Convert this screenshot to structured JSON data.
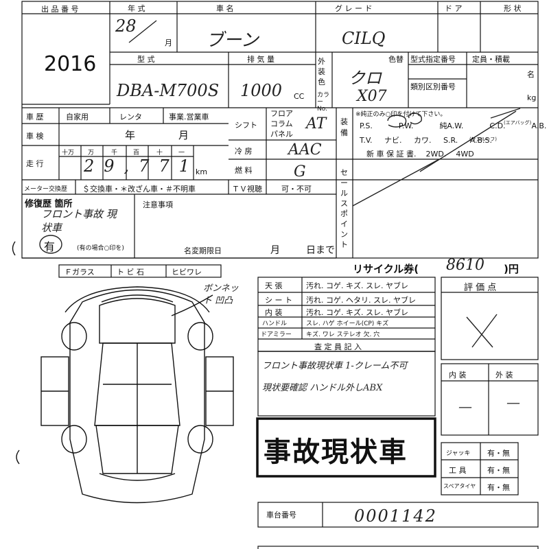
{
  "header": {
    "lot_label": "出 品 番 号",
    "lot_number": "2016",
    "year_label": "年 式",
    "year_value": "28",
    "month_suffix": "月",
    "model_label": "車 名",
    "model_value": "ブーン",
    "grade_label": "グ レ ー ド",
    "grade_value": "CILQ",
    "door_label": "ド ア",
    "shape_label": "形 状"
  },
  "spec": {
    "type_label": "型 式",
    "type_value": "DBA-M700S",
    "disp_label": "排 気 量",
    "disp_value": "1000",
    "disp_unit": "CC",
    "exterior_label": "外装色",
    "color_code_label": "カラーNo.",
    "color_change_label": "色替",
    "color_value": "クロ",
    "color_code_value": "X07",
    "type_designation": "型式指定番号",
    "category_number": "類別区別番号",
    "capacity_label": "定員・積載",
    "capacity_unit1": "名",
    "capacity_unit2": "kg"
  },
  "history": {
    "history_label": "車 歴",
    "opt_private": "自家用",
    "opt_rental": "レンタ",
    "opt_business": "事業.営業車",
    "inspection_label": "車 検",
    "year_word": "年",
    "month_word": "月",
    "mileage_label": "走 行",
    "digit_headers": [
      "十万",
      "万",
      "千",
      "百",
      "十",
      "一"
    ],
    "mileage_value": "29,771",
    "mileage_unit": "km",
    "meter_label": "メーター交換歴",
    "meter_options": "＄交換車・＊改ざん車・＃不明車"
  },
  "drive": {
    "shift_label": "シフト",
    "floor": "フロア",
    "column": "コラム",
    "panel": "パネル",
    "shift_value": "AT",
    "ac_label": "冷 房",
    "ac_value": "AAC",
    "fuel_label": "燃 料",
    "fuel_value": "G",
    "tv_label": "ＴＶ視聴",
    "tv_options": "可・不可"
  },
  "equipment": {
    "label": "装備",
    "note": "※純正のみ○印を付けて下さい。",
    "row1": [
      "P.S.",
      "P.W.",
      "純A.W.",
      "C.D.",
      "A.B."
    ],
    "row2": [
      "T.V.",
      "ナビ.",
      "カワ.",
      "S.R.",
      "A.B.S."
    ],
    "row3": [
      "新 車 保 証 書.",
      "2WD.",
      "4WD"
    ],
    "airbag_note": "(エアバッグ)",
    "sunroof_note": "(サンルーフ)"
  },
  "sales_point": {
    "label": "セールスポイント"
  },
  "repair": {
    "label": "修復歴 箇所",
    "note": "フロント事故 現状車",
    "circle_value": "有",
    "hint": "(有の場合○印を)"
  },
  "caution": {
    "label": "注意事項",
    "expiry": "名変期限日",
    "month": "月",
    "until": "日まで"
  },
  "recycle": {
    "label": "リサイクル券(",
    "value": "8610",
    "suffix": ")円"
  },
  "glass": {
    "items": [
      "Ｆガラス",
      "ト ビ 石",
      "ヒビワレ"
    ]
  },
  "diagram": {
    "note": "ボンネット 凹凸"
  },
  "condition": {
    "rows": [
      {
        "label": "天 張",
        "options": "汚れ. コゲ. キズ. スレ. ヤブレ"
      },
      {
        "label": "シ ー ト",
        "options": "汚れ. コゲ. ヘタリ. スレ. ヤブレ"
      },
      {
        "label": "内 装",
        "options": "汚れ. コゲ. キズ. スレ. ヤブレ"
      },
      {
        "label": "ハンドル",
        "options": "スレ. ハゲ  ホイール(CP)    キズ"
      },
      {
        "label": "ドアミラー",
        "options": "キズ. ワレ   ステレオ     欠. 穴"
      }
    ],
    "inspector_label": "査 定 員 記 入",
    "inspector_line1": "フロント事故現状車 1-クレーム不可",
    "inspector_line2": "現状要確認 ハンドル外しABX",
    "stamp": "事故現状車"
  },
  "score": {
    "label": "評 価 点",
    "value": "X",
    "interior_label": "内 装",
    "exterior_label": "外 装",
    "interior_value": "—",
    "exterior_value": "—"
  },
  "tools": {
    "rows": [
      {
        "label": "ジャッキ",
        "value": "有・無"
      },
      {
        "label": "工 具",
        "value": "有・無"
      },
      {
        "label": "スペアタイヤ",
        "value": "有・無"
      }
    ]
  },
  "chassis": {
    "label": "車台番号",
    "value": "0001142"
  }
}
